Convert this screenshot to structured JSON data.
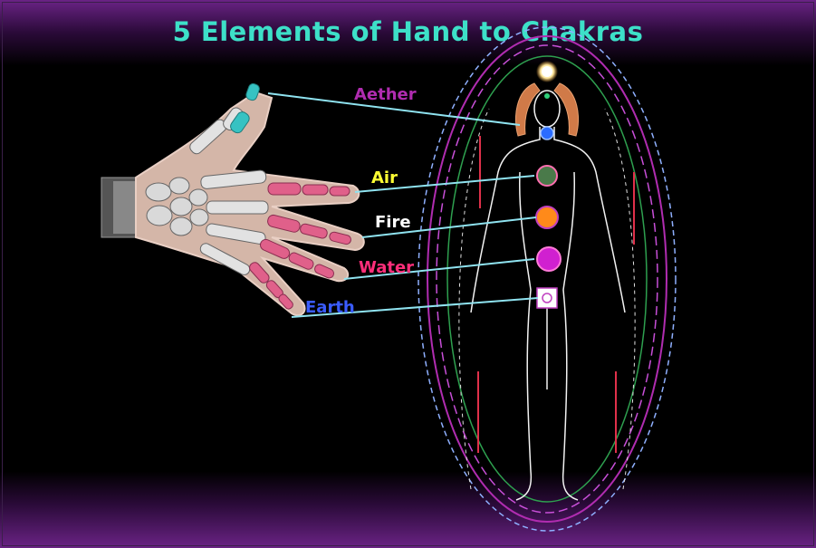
{
  "title": "5 Elements of Hand to Chakras",
  "colors": {
    "title": "#3de0c8",
    "aether": "#b02cb0",
    "air": "#ffff33",
    "fire": "#ffffff",
    "water": "#ff2e7a",
    "earth": "#3a5cff",
    "connector": "#8fe3f0",
    "finger_pink": "#e0608a",
    "finger_teal": "#36c2c2"
  },
  "elements": [
    {
      "name": "Aether",
      "finger": "thumb",
      "chakra": "throat"
    },
    {
      "name": "Air",
      "finger": "index",
      "chakra": "heart"
    },
    {
      "name": "Fire",
      "finger": "middle",
      "chakra": "solar-plexus"
    },
    {
      "name": "Water",
      "finger": "ring",
      "chakra": "sacral"
    },
    {
      "name": "Earth",
      "finger": "little",
      "chakra": "root"
    }
  ]
}
